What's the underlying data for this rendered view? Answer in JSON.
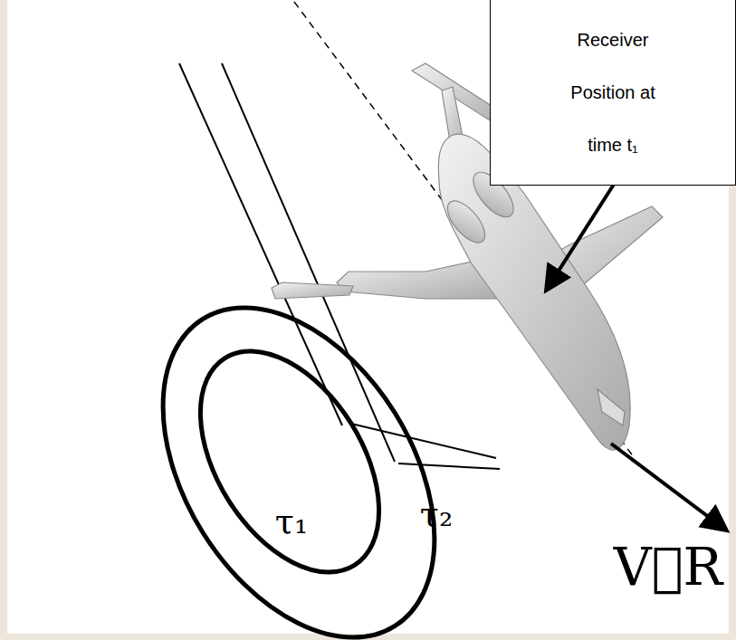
{
  "diagram": {
    "nodes": [
      {
        "text": [
          "Receiver Position at time t₁"
        ]
      }
    ],
    "labels": [
      "τ₁",
      "τ₂",
      "V⃗R"
    ]
  }
}
